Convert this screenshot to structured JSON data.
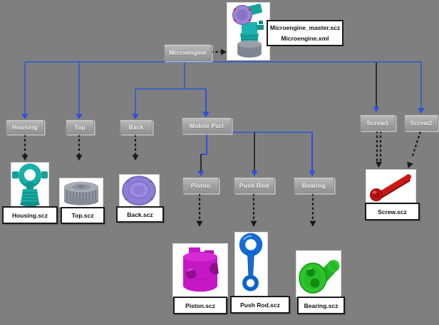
{
  "colors": {
    "background": "#7f7f7f",
    "tree_line_blue": "#3a63c0",
    "tree_line_bright_blue": "#2b4fe0",
    "dashed_arrow_black": "#1a1a1a",
    "node_fill_top": "#bcbcbc",
    "node_fill_bottom": "#919191",
    "node_text": "#f1f1f1",
    "file_label_text": "#111111",
    "part_teal": "#17aba3",
    "part_purple_head": "#9b84d6",
    "part_purple_disc": "#8d7ed6",
    "part_gray": "#949aa4",
    "part_magenta": "#c517c5",
    "part_blue": "#156bd6",
    "part_green": "#2cc52c",
    "part_red": "#cf1414"
  },
  "root_node": {
    "label": "Microengine"
  },
  "master_files": {
    "line1": "Microengine_master.scz",
    "line2": "Microengine.xml"
  },
  "nodes": {
    "housing": {
      "label": "Housing"
    },
    "top": {
      "label": "Top"
    },
    "back": {
      "label": "Back"
    },
    "mobile_part": {
      "label": "Mobile Part"
    },
    "screw1": {
      "label": "Screw1"
    },
    "screw2": {
      "label": "Screw2"
    },
    "piston": {
      "label": "Piston"
    },
    "push_rod": {
      "label": "Push Rod"
    },
    "bearing": {
      "label": "Bearing"
    }
  },
  "file_labels": {
    "housing": "Housing.scz",
    "top": "Top.scz",
    "back": "Back.scz",
    "piston": "Piston.scz",
    "push_rod": "Push Rod.scz",
    "bearing": "Bearing.scz",
    "screw": "Screw.scz"
  },
  "part_images": {
    "microengine": "teal-and-purple-microengine-assembly-render",
    "housing": "teal-housing-part-render",
    "top": "gray-ribbed-top-cap-render",
    "back": "purple-back-disc-render",
    "piston": "magenta-piston-render",
    "push_rod": "blue-push-rod-render",
    "bearing": "green-bearing-render",
    "screw": "red-screw-render"
  }
}
